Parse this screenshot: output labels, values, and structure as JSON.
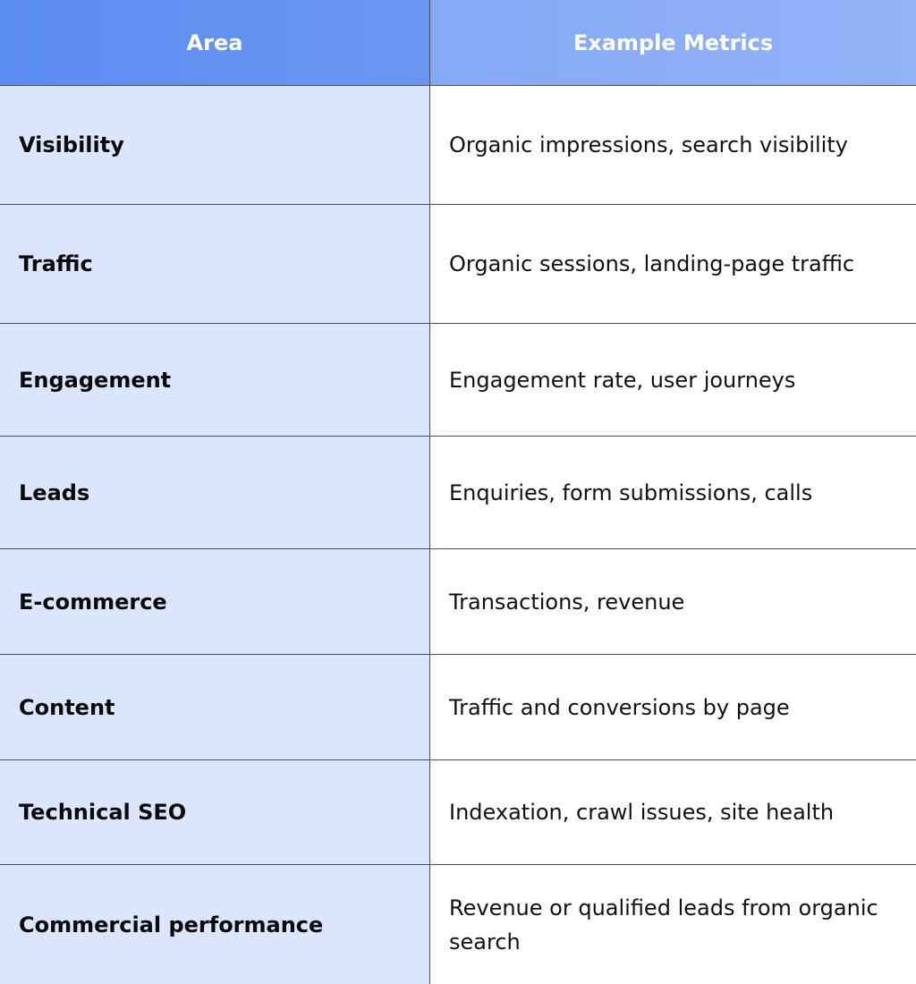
{
  "table": {
    "headers": {
      "area": "Area",
      "metrics": "Example Metrics"
    },
    "rows": [
      {
        "area": "Visibility",
        "metrics": "Organic impressions, search visibility"
      },
      {
        "area": "Traffic",
        "metrics": "Organic sessions, landing-page traffic"
      },
      {
        "area": "Engagement",
        "metrics": "Engagement rate, user journeys"
      },
      {
        "area": "Leads",
        "metrics": "Enquiries, form submissions, calls"
      },
      {
        "area": "E-commerce",
        "metrics": "Transactions, revenue"
      },
      {
        "area": "Content",
        "metrics": "Traffic and conversions by page"
      },
      {
        "area": "Technical SEO",
        "metrics": "Indexation, crawl issues, site health"
      },
      {
        "area": "Commercial performance",
        "metrics": "Revenue or qualified leads from organic search"
      }
    ]
  },
  "colors": {
    "header_left": "#5b8cf2",
    "header_right": "#8caef6",
    "area_column": "#dbe6fd",
    "metrics_column": "#ffffff",
    "grid_line": "#4a4f5a"
  }
}
